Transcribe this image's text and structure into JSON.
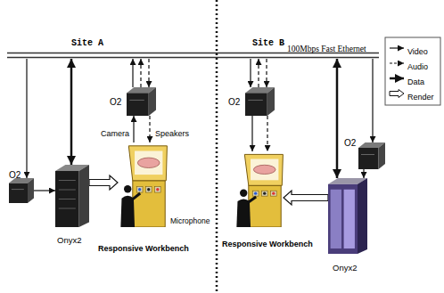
{
  "diagram": {
    "nodes": [
      {
        "text": [
          "100Mbps Fast Ethernet"
        ]
      },
      {
        "text": [
          "O2"
        ]
      },
      {
        "text": [
          "Onyx2"
        ]
      },
      {
        "text": [
          "O2"
        ]
      },
      {
        "text": [
          "Responsive Workbench"
        ]
      },
      {
        "text": [
          "O2"
        ]
      },
      {
        "text": [
          "Responsive Workbench"
        ]
      },
      {
        "text": [
          "Onyx2"
        ]
      },
      {
        "text": [
          "O2"
        ]
      }
    ],
    "edges": [
      {
        "from": 0,
        "to": 1,
        "arrow": "to"
      },
      {
        "from": 1,
        "to": 2,
        "arrow": "to"
      },
      {
        "from": 0,
        "to": 2,
        "arrow": "both"
      },
      {
        "from": 2,
        "to": 4,
        "arrow": "to"
      },
      {
        "from": 3,
        "to": 0,
        "arrow": "to"
      },
      {
        "from": 3,
        "to": 0,
        "arrow": "to"
      },
      {
        "from": 0,
        "to": 3,
        "arrow": "to"
      },
      {
        "from": 4,
        "to": 3,
        "label": "Camera",
        "arrow": "to"
      },
      {
        "from": 3,
        "to": 4,
        "label": "Speakers",
        "arrow": "to"
      },
      {
        "from": 0,
        "to": 5,
        "arrow": "to"
      },
      {
        "from": 5,
        "to": 0,
        "arrow": "to"
      },
      {
        "from": 0,
        "to": 5,
        "arrow": "to"
      },
      {
        "from": 5,
        "to": 6,
        "arrow": "to"
      },
      {
        "from": 5,
        "to": 6,
        "arrow": "to"
      },
      {
        "from": 0,
        "to": 7,
        "arrow": "both"
      },
      {
        "from": 0,
        "to": 8,
        "arrow": "to"
      },
      {
        "from": 8,
        "to": 7,
        "arrow": "to"
      },
      {
        "from": 7,
        "to": 6,
        "arrow": "to"
      }
    ],
    "labels": [
      "Site A",
      "Site B",
      "Microphone"
    ],
    "legend": [
      {
        "text": "Video"
      },
      {
        "text": "Audio"
      },
      {
        "text": "Data"
      },
      {
        "text": "Render"
      }
    ]
  }
}
